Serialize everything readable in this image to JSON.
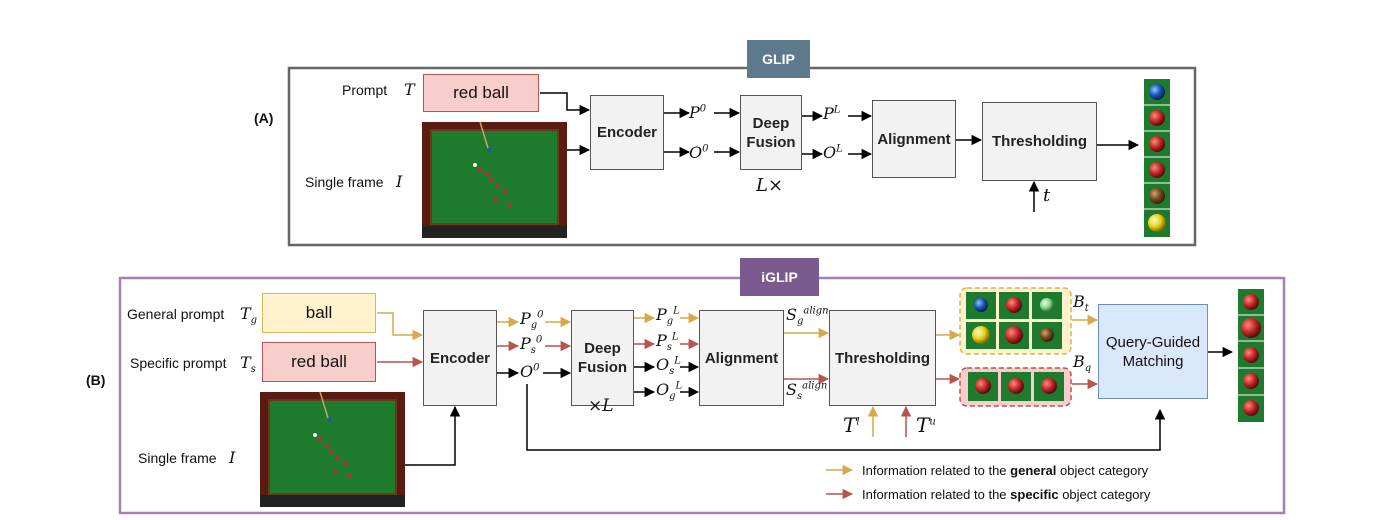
{
  "panelA": {
    "letter": "(A)",
    "title": "GLIP",
    "prompt_label": "Prompt",
    "prompt_symbol": "T",
    "prompt_text": "red ball",
    "frame_label": "Single frame",
    "frame_symbol": "I",
    "encoder": "Encoder",
    "deep_fusion": "Deep Fusion",
    "alignment": "Alignment",
    "thresholding": "Thresholding",
    "loop": "L×",
    "threshold_symbol": "t",
    "p_base": "P",
    "p_sup0": "0",
    "p_supL": "L",
    "o_base": "O",
    "o_sup0": "0",
    "o_supL": "L"
  },
  "panelB": {
    "letter": "(B)",
    "title": "iGLIP",
    "general_prompt_label": "General prompt",
    "general_prompt_symbol": "T",
    "general_prompt_sub": "g",
    "general_prompt_text": "ball",
    "specific_prompt_label": "Specific prompt",
    "specific_prompt_symbol": "T",
    "specific_prompt_sub": "s",
    "specific_prompt_text": "red ball",
    "frame_label": "Single frame",
    "frame_symbol": "I",
    "encoder": "Encoder",
    "deep_fusion": "Deep Fusion",
    "loop": "×L",
    "alignment": "Alignment",
    "thresholding": "Thresholding",
    "matching": "Query-Guided Matching",
    "tl": "T",
    "tl_sup": "l",
    "tu": "T",
    "tu_sup": "u",
    "bt": "B",
    "bt_sub": "t",
    "bq": "B",
    "bq_sub": "q",
    "s_align": "align",
    "legend_general_pre": "Information related to the ",
    "legend_general_bold": "general",
    "legend_general_post": " object category",
    "legend_specific_pre": "Information related to the ",
    "legend_specific_bold": "specific",
    "legend_specific_post": " object category"
  },
  "colors": {
    "general": "#d6a94a",
    "specific": "#b85450",
    "glip_tag": "#5d7a8c",
    "iglip_tag": "#7b5a8f",
    "iglip_border": "#a67fb5",
    "felt": "#1e7a2c"
  }
}
